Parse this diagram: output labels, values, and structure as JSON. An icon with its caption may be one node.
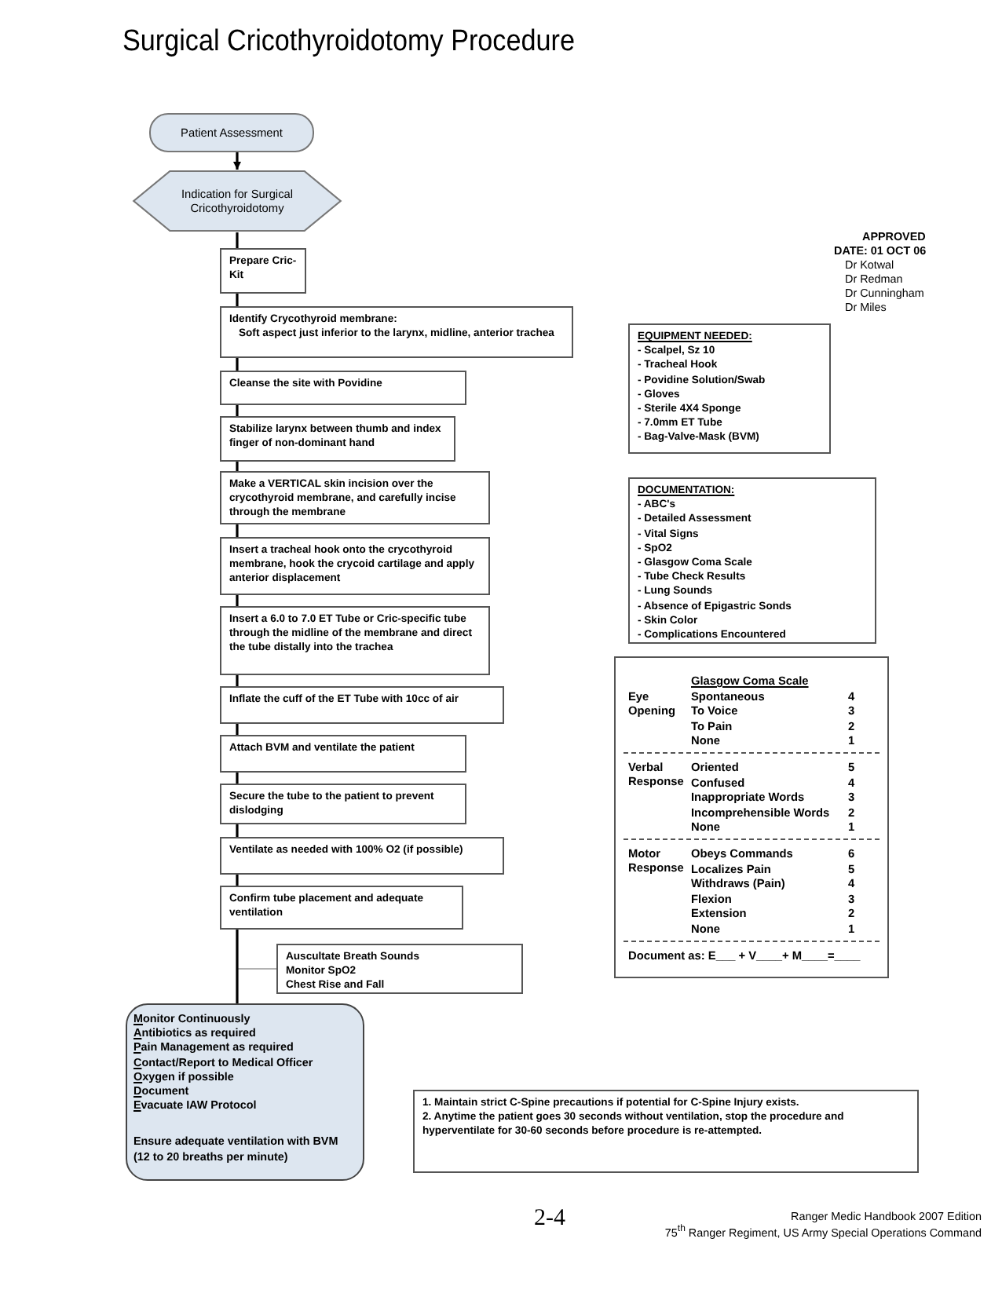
{
  "diagram": {
    "title": "Surgical Cricothyroidotomy Procedure",
    "nodes": [
      {
        "text": [
          "Patient Assessment"
        ]
      },
      {
        "text": [
          "Indication for Surgical Cricothyroidotomy"
        ]
      },
      {
        "text": [
          "Prepare Cric-Kit"
        ]
      },
      {
        "text": [
          "Identify Crycothyroid membrane:",
          "Soft aspect just inferior to the larynx, midline, anterior trachea"
        ]
      },
      {
        "text": [
          "Cleanse the site with Povidine"
        ]
      },
      {
        "text": [
          "Stabilize larynx between thumb and index finger of non-dominant hand"
        ]
      },
      {
        "text": [
          "Make a VERTICAL skin incision over the crycothyroid membrane, and carefully incise through the membrane"
        ]
      },
      {
        "text": [
          "Insert a tracheal hook onto the crycothyroid membrane, hook the crycoid cartilage and apply anterior displacement"
        ]
      },
      {
        "text": [
          "Insert a 6.0 to 7.0 ET Tube or Cric-specific tube through the midline of the membrane and direct the tube distally into the trachea"
        ]
      },
      {
        "text": [
          "Inflate the cuff of the ET Tube with 10cc of air"
        ]
      },
      {
        "text": [
          "Attach BVM and ventilate the patient"
        ]
      },
      {
        "text": [
          "Secure the tube to the patient to prevent dislodging"
        ]
      },
      {
        "text": [
          "Ventilate as needed with 100% O2 (if possible)"
        ]
      },
      {
        "text": [
          "Confirm tube placement and adequate ventilation"
        ]
      },
      {
        "text": [
          "Auscultate Breath Sounds",
          "Monitor SpO2",
          "Chest Rise and Fall"
        ]
      },
      {
        "text": [
          "Monitor Continuously",
          "Antibiotics as required",
          "Pain Management as required",
          "Contact/Report to Medical Officer",
          "Oxygen if possible",
          "Document",
          "Evacuate IAW Protocol",
          "Ensure adequate ventilation with BVM (12 to 20 breaths per minute)"
        ]
      },
      {
        "text": [
          "EQUIPMENT NEEDED:",
          "- Scalpel, Sz 10",
          "- Tracheal Hook",
          "- Povidine Solution/Swab",
          "- Gloves",
          "- Sterile 4X4 Sponge",
          "- 7.0mm ET Tube",
          "- Bag-Valve-Mask (BVM)"
        ]
      },
      {
        "text": [
          "DOCUMENTATION:",
          "- ABC's",
          "- Detailed Assessment",
          "- Vital Signs",
          "- SpO2",
          "- Glasgow Coma Scale",
          "- Tube Check Results",
          "- Lung Sounds",
          "- Absence of Epigastric Sonds",
          "- Skin Color",
          "- Complications Encountered"
        ]
      },
      {
        "text": [
          "Glasgow Coma Scale",
          "Eye Opening",
          "Spontaneous",
          "4",
          "To Voice",
          "3",
          "To Pain",
          "2",
          "None",
          "1",
          "Verbal Response",
          "Oriented",
          "5",
          "Confused",
          "4",
          "Inappropriate Words",
          "3",
          "Incomprehensible Words",
          "2",
          "None",
          "1",
          "Motor Response",
          "Obeys Commands",
          "6",
          "Localizes Pain",
          "5",
          "Withdraws (Pain)",
          "4",
          "Flexion",
          "3",
          "Extension",
          "2",
          "None",
          "1",
          "Document as: E___ + V____+ M____=____"
        ]
      },
      {
        "text": [
          "1. Maintain strict C-Spine precautions if potential for C-Spine Injury exists.",
          "2. Anytime the patient goes 30 seconds without ventilation, stop the procedure and hyperventilate for 30-60 seconds before procedure is re-attempted."
        ]
      }
    ],
    "edges": [
      {
        "from": 0,
        "to": 1,
        "arrow": "to"
      },
      {
        "from": 1,
        "to": 2,
        "arrow": "none"
      },
      {
        "from": 2,
        "to": 3,
        "arrow": "none"
      },
      {
        "from": 3,
        "to": 4,
        "arrow": "none"
      },
      {
        "from": 4,
        "to": 5,
        "arrow": "none"
      },
      {
        "from": 5,
        "to": 6,
        "arrow": "none"
      },
      {
        "from": 6,
        "to": 7,
        "arrow": "none"
      },
      {
        "from": 7,
        "to": 8,
        "arrow": "none"
      },
      {
        "from": 8,
        "to": 9,
        "arrow": "none"
      },
      {
        "from": 9,
        "to": 10,
        "arrow": "none"
      },
      {
        "from": 10,
        "to": 11,
        "arrow": "none"
      },
      {
        "from": 11,
        "to": 12,
        "arrow": "none"
      },
      {
        "from": 12,
        "to": 13,
        "arrow": "none"
      },
      {
        "from": 13,
        "to": 14,
        "arrow": "none",
        "color": "#999999"
      },
      {
        "from": 13,
        "to": 15,
        "arrow": "none"
      }
    ],
    "labels": [
      "APPROVED",
      "DATE: 01 OCT 06",
      "Dr Kotwal",
      "Dr Redman",
      "Dr Cunningham",
      "Dr Miles",
      "2-4",
      "Ranger Medic Handbook 2007 Edition",
      "75$^{th}$ Ranger Regiment, US Army Special Operations Command"
    ]
  }
}
